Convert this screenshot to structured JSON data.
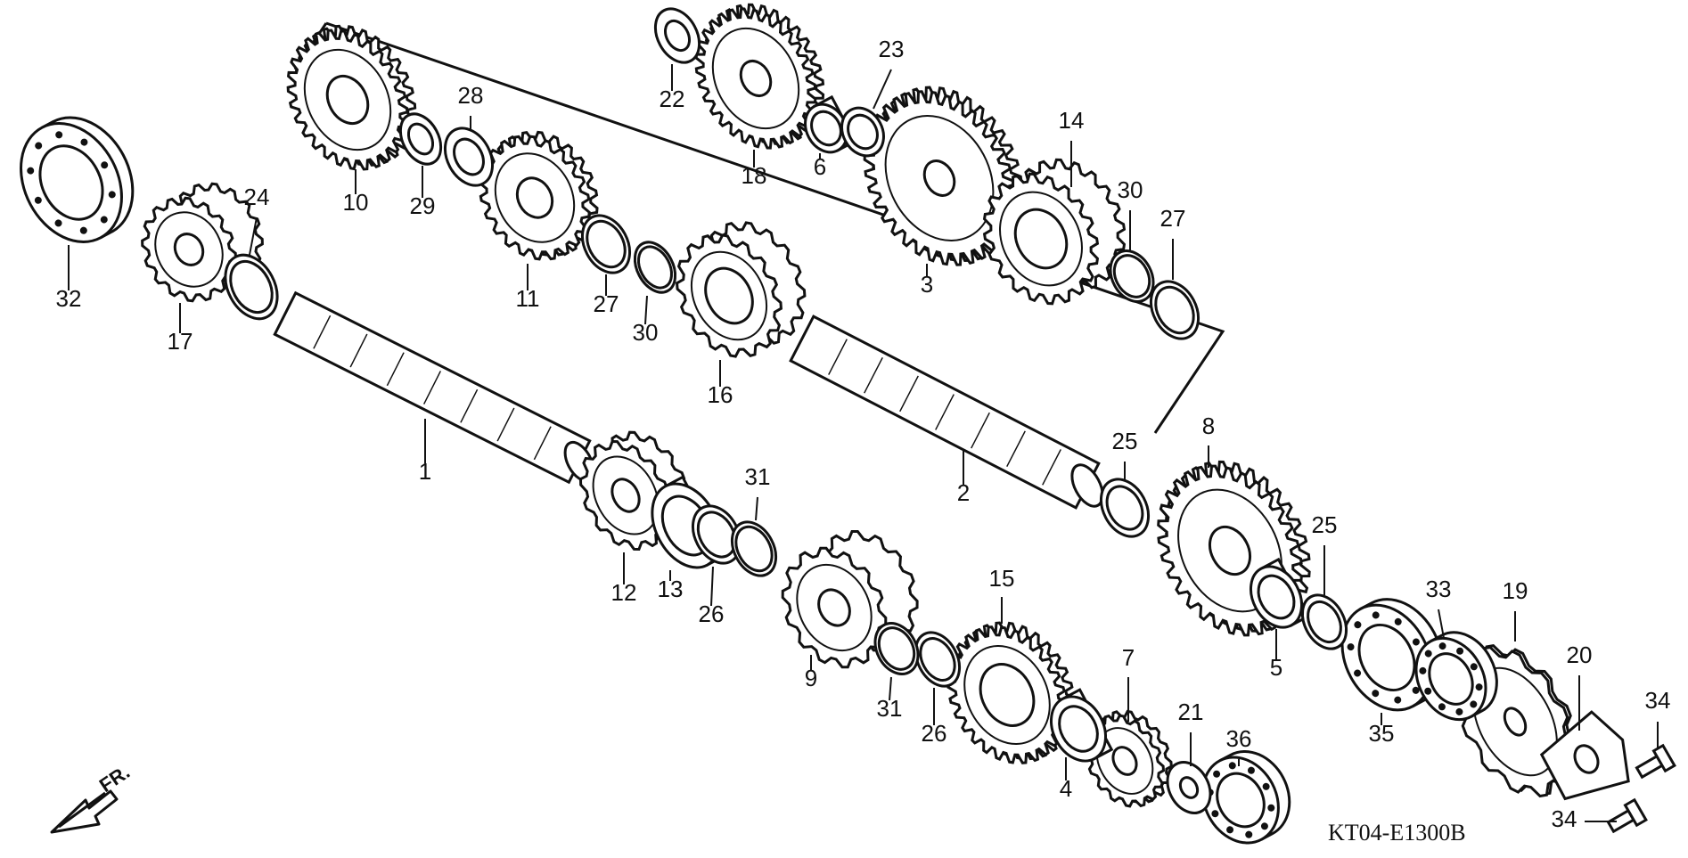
{
  "diagram": {
    "code": "KT04-E1300B",
    "front_label": "FR.",
    "parts": [
      {
        "id": "p1",
        "label": "1",
        "kind": "shaft"
      },
      {
        "id": "p2",
        "label": "2",
        "kind": "shaft"
      },
      {
        "id": "p3",
        "label": "3",
        "kind": "gear"
      },
      {
        "id": "p4",
        "label": "4",
        "kind": "bushing"
      },
      {
        "id": "p5",
        "label": "5",
        "kind": "bushing"
      },
      {
        "id": "p6",
        "label": "6",
        "kind": "bushing"
      },
      {
        "id": "p7",
        "label": "7",
        "kind": "gear"
      },
      {
        "id": "p8",
        "label": "8",
        "kind": "gear"
      },
      {
        "id": "p9",
        "label": "9",
        "kind": "gear"
      },
      {
        "id": "p10",
        "label": "10",
        "kind": "gear"
      },
      {
        "id": "p11",
        "label": "11",
        "kind": "gear"
      },
      {
        "id": "p12",
        "label": "12",
        "kind": "gear"
      },
      {
        "id": "p13",
        "label": "13",
        "kind": "bushing"
      },
      {
        "id": "p14",
        "label": "14",
        "kind": "gear"
      },
      {
        "id": "p15",
        "label": "15",
        "kind": "gear"
      },
      {
        "id": "p16",
        "label": "16",
        "kind": "gear"
      },
      {
        "id": "p17",
        "label": "17",
        "kind": "gear"
      },
      {
        "id": "p18",
        "label": "18",
        "kind": "gear"
      },
      {
        "id": "p19",
        "label": "19",
        "kind": "sprocket"
      },
      {
        "id": "p20",
        "label": "20",
        "kind": "plate"
      },
      {
        "id": "p21",
        "label": "21",
        "kind": "washer"
      },
      {
        "id": "p22",
        "label": "22",
        "kind": "washer"
      },
      {
        "id": "p23",
        "label": "23",
        "kind": "washer"
      },
      {
        "id": "p24",
        "label": "24",
        "kind": "washer"
      },
      {
        "id": "p25a",
        "label": "25",
        "kind": "washer"
      },
      {
        "id": "p25b",
        "label": "25",
        "kind": "washer"
      },
      {
        "id": "p26a",
        "label": "26",
        "kind": "washer"
      },
      {
        "id": "p26b",
        "label": "26",
        "kind": "washer"
      },
      {
        "id": "p27a",
        "label": "27",
        "kind": "washer"
      },
      {
        "id": "p27b",
        "label": "27",
        "kind": "washer"
      },
      {
        "id": "p28",
        "label": "28",
        "kind": "washer"
      },
      {
        "id": "p29",
        "label": "29",
        "kind": "washer"
      },
      {
        "id": "p30a",
        "label": "30",
        "kind": "clip"
      },
      {
        "id": "p30b",
        "label": "30",
        "kind": "clip"
      },
      {
        "id": "p31a",
        "label": "31",
        "kind": "clip"
      },
      {
        "id": "p31b",
        "label": "31",
        "kind": "clip"
      },
      {
        "id": "p32",
        "label": "32",
        "kind": "bearing"
      },
      {
        "id": "p33",
        "label": "33",
        "kind": "seal"
      },
      {
        "id": "p34a",
        "label": "34",
        "kind": "bolt"
      },
      {
        "id": "p34b",
        "label": "34",
        "kind": "bolt"
      },
      {
        "id": "p35",
        "label": "35",
        "kind": "bearing"
      },
      {
        "id": "p36",
        "label": "36",
        "kind": "bearing"
      }
    ]
  }
}
